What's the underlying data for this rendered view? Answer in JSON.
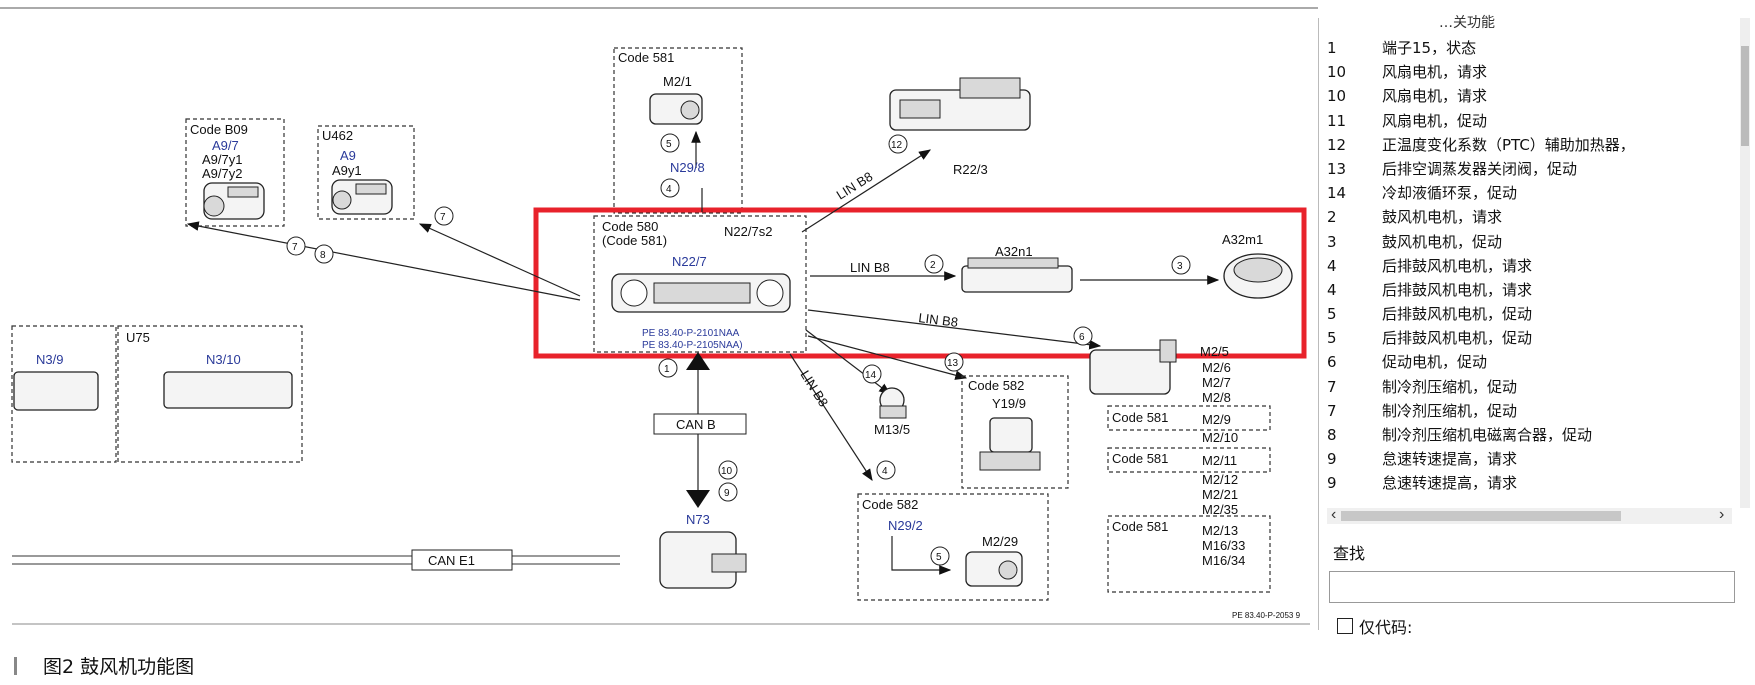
{
  "caption": "图2  鼓风机功能图",
  "diagram": {
    "code_b09": {
      "title": "Code B09",
      "l1": "A9/7",
      "l2": "A9/7y1",
      "l3": "A9/7y2"
    },
    "u462": {
      "title": "U462",
      "l1": "A9",
      "l2": "A9y1"
    },
    "code_581_top": {
      "title": "Code 581",
      "l1": "M2/1",
      "l2": "N29/8"
    },
    "r22": "R22/3",
    "main": {
      "title1": "Code 580",
      "title2": "(Code 581)",
      "n22_7s2": "N22/7s2",
      "n22_7": "N22/7",
      "pe1": "PE 83.40-P-2101NAA",
      "pe2": "PE 83.40-P-2105NAA)"
    },
    "a32n1": "A32n1",
    "a32m1": "A32m1",
    "lin1": "LIN B8",
    "lin2": "LIN B8",
    "lin3": "LIN B8",
    "lin4": "LIN B8",
    "m2_5": "M2/5",
    "m2_group": [
      "M2/6",
      "M2/7",
      "M2/8"
    ],
    "code_581_a": {
      "title": "Code 581",
      "val": "M2/9"
    },
    "m2_10": "M2/10",
    "code_581_b": {
      "title": "Code 581",
      "val": "M2/11"
    },
    "m2_group2": [
      "M2/12",
      "M2/21",
      "M2/35"
    ],
    "code_581_c": {
      "title": "Code 581",
      "vals": [
        "M2/13",
        "M16/33",
        "M16/34"
      ]
    },
    "n3_9": "N3/9",
    "u75": "U75",
    "n3_10": "N3/10",
    "can_b": "CAN B",
    "can_e1": "CAN E1",
    "n73": "N73",
    "m13_5": "M13/5",
    "code_582_a": {
      "title": "Code 582",
      "val": "Y19/9"
    },
    "code_582_b": {
      "title": "Code 582",
      "n29_2": "N29/2",
      "m2_29": "M2/29"
    },
    "footer_ref": "PE 83.40-P-2053 9",
    "circles": [
      "1",
      "2",
      "3",
      "4",
      "4",
      "5",
      "5",
      "6",
      "7",
      "7",
      "8",
      "9",
      "10",
      "12",
      "13",
      "14"
    ]
  },
  "panel": {
    "header_partial": "…关功能",
    "rows": [
      {
        "code": "1",
        "text": "端子15，状态"
      },
      {
        "code": "10",
        "text": "风扇电机，请求"
      },
      {
        "code": "10",
        "text": "风扇电机，请求"
      },
      {
        "code": "11",
        "text": "风扇电机，促动"
      },
      {
        "code": "12",
        "text": "正温度变化系数（PTC）辅助加热器，"
      },
      {
        "code": "13",
        "text": "后排空调蒸发器关闭阀，促动"
      },
      {
        "code": "14",
        "text": "冷却液循环泵，促动"
      },
      {
        "code": "2",
        "text": "鼓风机电机，请求"
      },
      {
        "code": "3",
        "text": "鼓风机电机，促动"
      },
      {
        "code": "4",
        "text": "后排鼓风机电机，请求"
      },
      {
        "code": "4",
        "text": "后排鼓风机电机，请求"
      },
      {
        "code": "5",
        "text": "后排鼓风机电机，促动"
      },
      {
        "code": "5",
        "text": "后排鼓风机电机，促动"
      },
      {
        "code": "6",
        "text": "促动电机，促动"
      },
      {
        "code": "7",
        "text": "制冷剂压缩机，促动"
      },
      {
        "code": "7",
        "text": "制冷剂压缩机，促动"
      },
      {
        "code": "8",
        "text": "制冷剂压缩机电磁离合器，促动"
      },
      {
        "code": "9",
        "text": "怠速转速提高，请求"
      },
      {
        "code": "9",
        "text": "怠速转速提高，请求"
      }
    ],
    "find_label": "查找",
    "find_placeholder": "",
    "code_only_label": "仅代码:"
  }
}
